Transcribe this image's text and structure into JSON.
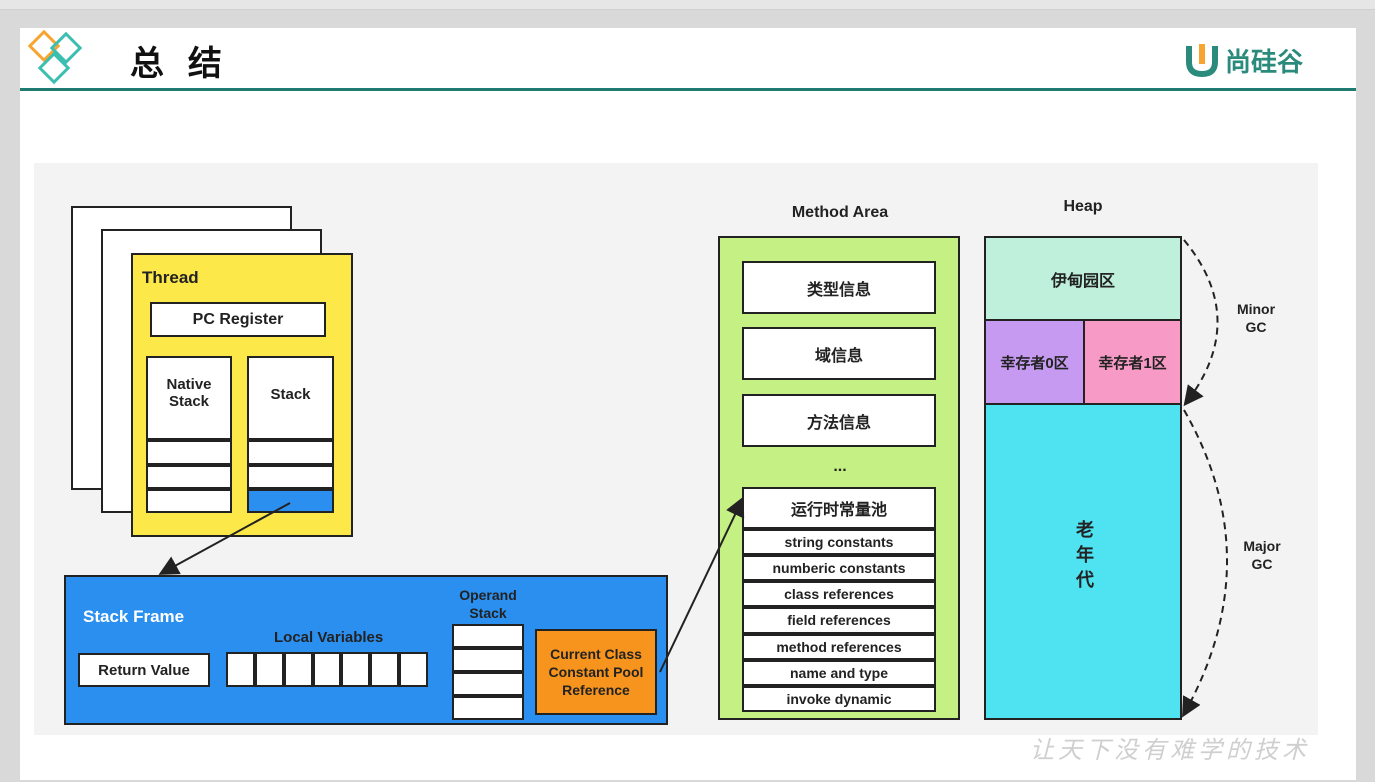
{
  "header": {
    "title": "总 结",
    "logo_text": "尚硅谷"
  },
  "thread": {
    "label": "Thread",
    "pc_register": "PC Register",
    "native_stack": "Native Stack",
    "stack": "Stack"
  },
  "stack_frame": {
    "label": "Stack Frame",
    "return_value": "Return Value",
    "local_variables": "Local Variables",
    "operand_stack": "Operand Stack",
    "ccp_reference": "Current Class Constant Pool Reference"
  },
  "method_area": {
    "title": "Method Area",
    "items": [
      "类型信息",
      "域信息",
      "方法信息"
    ],
    "ellipsis": "...",
    "runtime_pool": "运行时常量池",
    "pool_items": [
      "string constants",
      "numberic constants",
      "class references",
      "field references",
      "method references",
      "name and type",
      "invoke dynamic"
    ]
  },
  "heap": {
    "title": "Heap",
    "eden": "伊甸园区",
    "s0": "幸存者0区",
    "s1": "幸存者1区",
    "old": "老年代",
    "minor_gc": "Minor GC",
    "major_gc": "Major GC"
  },
  "watermark": "让天下没有难学的技术",
  "colors": {
    "thread_bg": "#fde84a",
    "stack_frame_bg": "#2b8ff0",
    "ccp_bg": "#f7941d",
    "method_area_bg": "#c5f084",
    "eden_bg": "#bff0dc",
    "s0_bg": "#c79af2",
    "s1_bg": "#f79ac6",
    "old_bg": "#4fe3f2",
    "rule": "#1f7a70"
  }
}
